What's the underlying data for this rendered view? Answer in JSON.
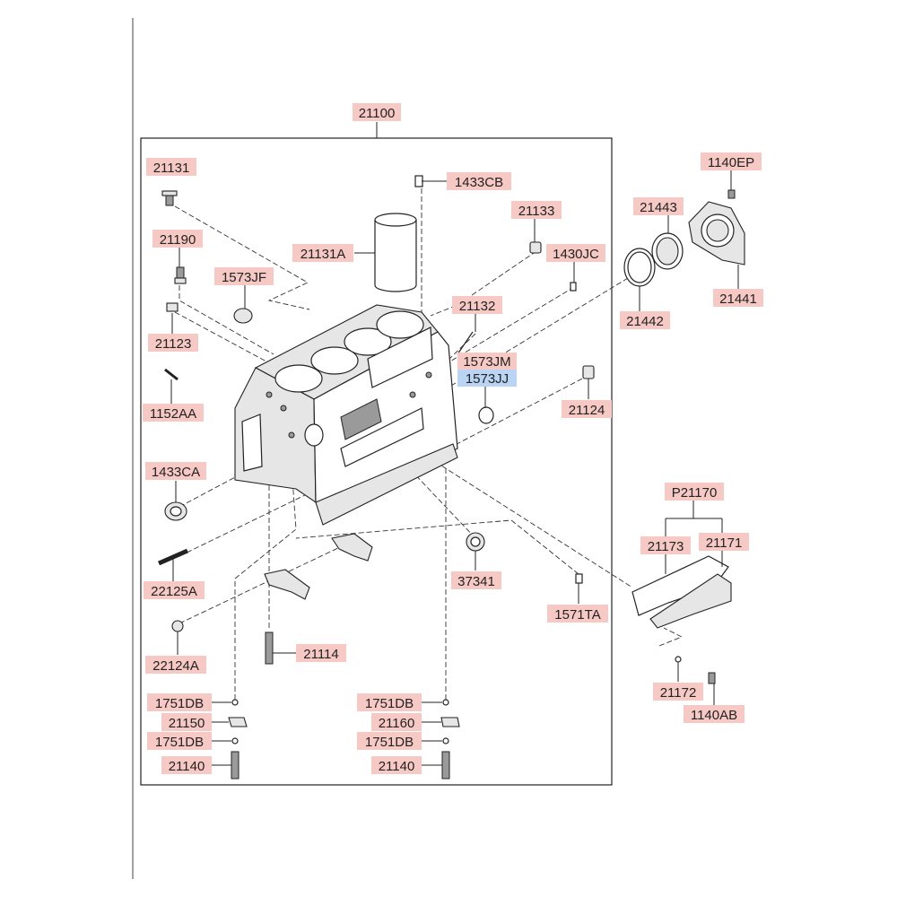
{
  "labels": {
    "l21100": "21100",
    "l21131": "21131",
    "l1433CB": "1433CB",
    "l21133": "21133",
    "l21131A": "21131A",
    "l21190": "21190",
    "l1573JF": "1573JF",
    "l1430JC": "1430JC",
    "l21132": "21132",
    "l21123": "21123",
    "l1573JM": "1573JM",
    "l1573JJ": "1573JJ",
    "l1152AA": "1152AA",
    "l21124": "21124",
    "l1433CA": "1433CA",
    "l22125A": "22125A",
    "l37341": "37341",
    "l1571TA": "1571TA",
    "l22124A": "22124A",
    "l21114": "21114",
    "l1751DB_a": "1751DB",
    "l21150": "21150",
    "l1751DB_b": "1751DB",
    "l21140_a": "21140",
    "l1751DB_c": "1751DB",
    "l21160": "21160",
    "l1751DB_d": "1751DB",
    "l21140_b": "21140",
    "l1140EP": "1140EP",
    "l21443": "21443",
    "l21441": "21441",
    "l21442": "21442",
    "lP21170": "P21170",
    "l21173": "21173",
    "l21171": "21171",
    "l21172": "21172",
    "l1140AB": "1140AB"
  },
  "colors": {
    "label_highlight": "#f7c9c4",
    "label_highlight_selected": "#b9d5f3"
  }
}
